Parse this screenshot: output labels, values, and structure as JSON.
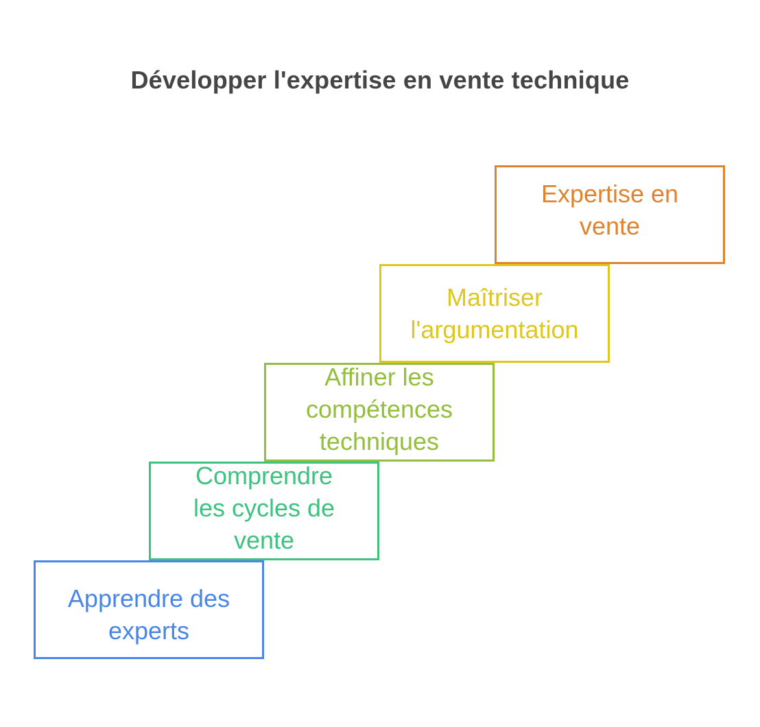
{
  "title": "Développer l'expertise en vente technique",
  "steps": [
    {
      "label": "Apprendre des\nexperts",
      "color": "#4a86e8"
    },
    {
      "label": "Comprendre\nles cycles de\nvente",
      "color": "#3dc27f"
    },
    {
      "label": "Affiner les\ncompétences\ntechniques",
      "color": "#93bf3d"
    },
    {
      "label": "Maîtriser\nl'argumentation",
      "color": "#dec71f"
    },
    {
      "label": "Expertise en\nvente",
      "color": "#e0832f"
    }
  ]
}
